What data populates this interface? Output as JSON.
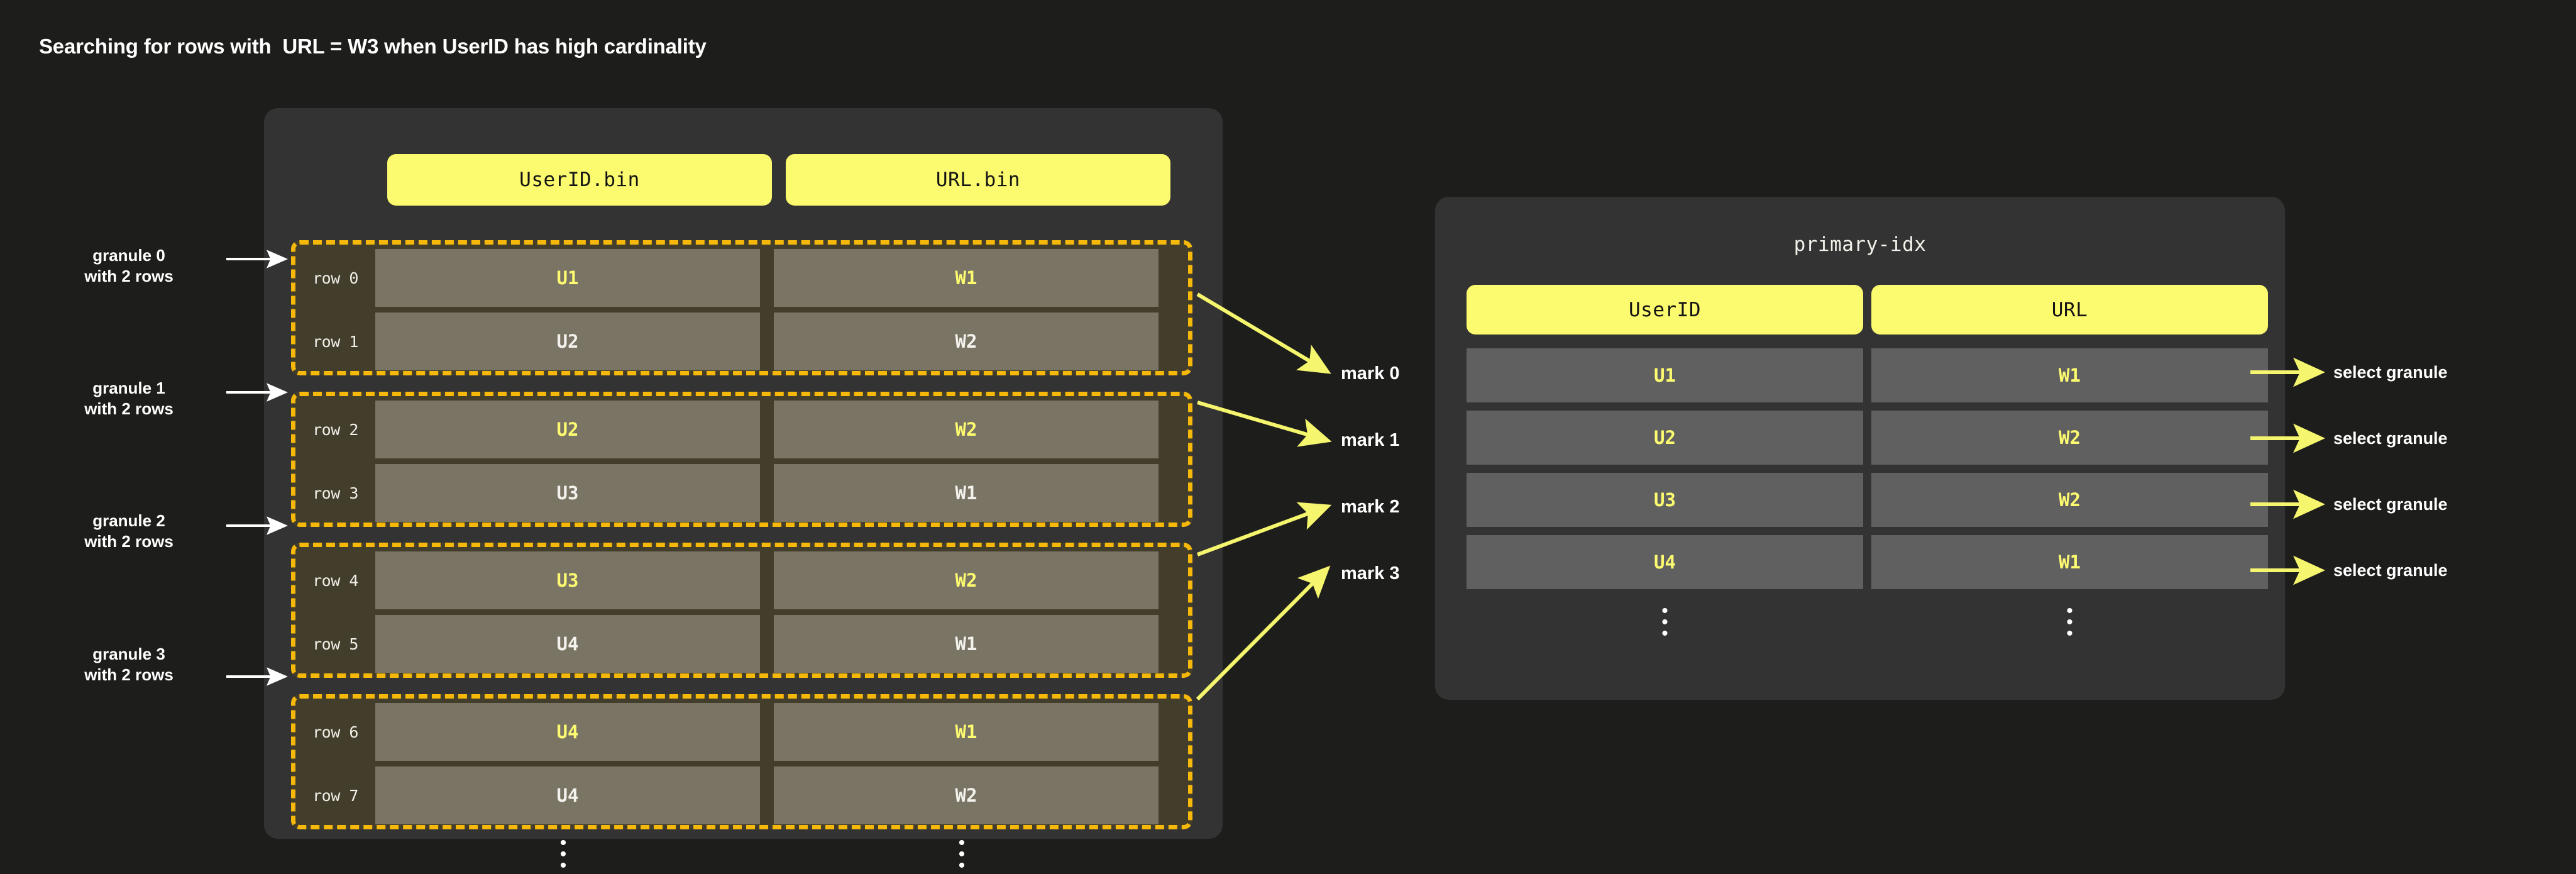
{
  "title": "Searching for rows with  URL = W3 when UserID has high cardinality",
  "colors": {
    "page_bg": "#1d1e1b",
    "panel_bg": "#333333",
    "accent_yellow": "#fcfa6e",
    "granule_border": "#f6b90a",
    "granule_bg": "#433d2b",
    "cell_bg": "#7a7465",
    "idx_cell_bg": "#606060",
    "text_white": "#ffffff"
  },
  "data_panel": {
    "columns": [
      {
        "name": "userid-bin",
        "label": "UserID.bin"
      },
      {
        "name": "url-bin",
        "label": "URL.bin"
      }
    ],
    "ellipsis": "⋮",
    "granules": [
      {
        "caption": "granule 0\nwith 2 rows",
        "rows": [
          {
            "row_label": "row 0",
            "userid": "U1",
            "url": "W1",
            "highlight": true
          },
          {
            "row_label": "row 1",
            "userid": "U2",
            "url": "W2",
            "highlight": false
          }
        ]
      },
      {
        "caption": "granule 1\nwith 2 rows",
        "rows": [
          {
            "row_label": "row 2",
            "userid": "U2",
            "url": "W2",
            "highlight": true
          },
          {
            "row_label": "row 3",
            "userid": "U3",
            "url": "W1",
            "highlight": false
          }
        ]
      },
      {
        "caption": "granule 2\nwith 2 rows",
        "rows": [
          {
            "row_label": "row 4",
            "userid": "U3",
            "url": "W2",
            "highlight": true
          },
          {
            "row_label": "row 5",
            "userid": "U4",
            "url": "W1",
            "highlight": false
          }
        ]
      },
      {
        "caption": "granule 3\nwith 2 rows",
        "rows": [
          {
            "row_label": "row 6",
            "userid": "U4",
            "url": "W1",
            "highlight": true
          },
          {
            "row_label": "row 7",
            "userid": "U4",
            "url": "W2",
            "highlight": false
          }
        ]
      }
    ]
  },
  "marks": [
    {
      "label": "mark 0"
    },
    {
      "label": "mark 1"
    },
    {
      "label": "mark 2"
    },
    {
      "label": "mark 3"
    }
  ],
  "index_panel": {
    "title": "primary-idx",
    "headers": [
      {
        "name": "userid",
        "label": "UserID"
      },
      {
        "name": "url",
        "label": "URL"
      }
    ],
    "ellipsis": "⋮",
    "rows": [
      {
        "userid": "U1",
        "url": "W1",
        "action": "select granule"
      },
      {
        "userid": "U2",
        "url": "W2",
        "action": "select granule"
      },
      {
        "userid": "U3",
        "url": "W2",
        "action": "select granule"
      },
      {
        "userid": "U4",
        "url": "W1",
        "action": "select granule"
      }
    ]
  }
}
